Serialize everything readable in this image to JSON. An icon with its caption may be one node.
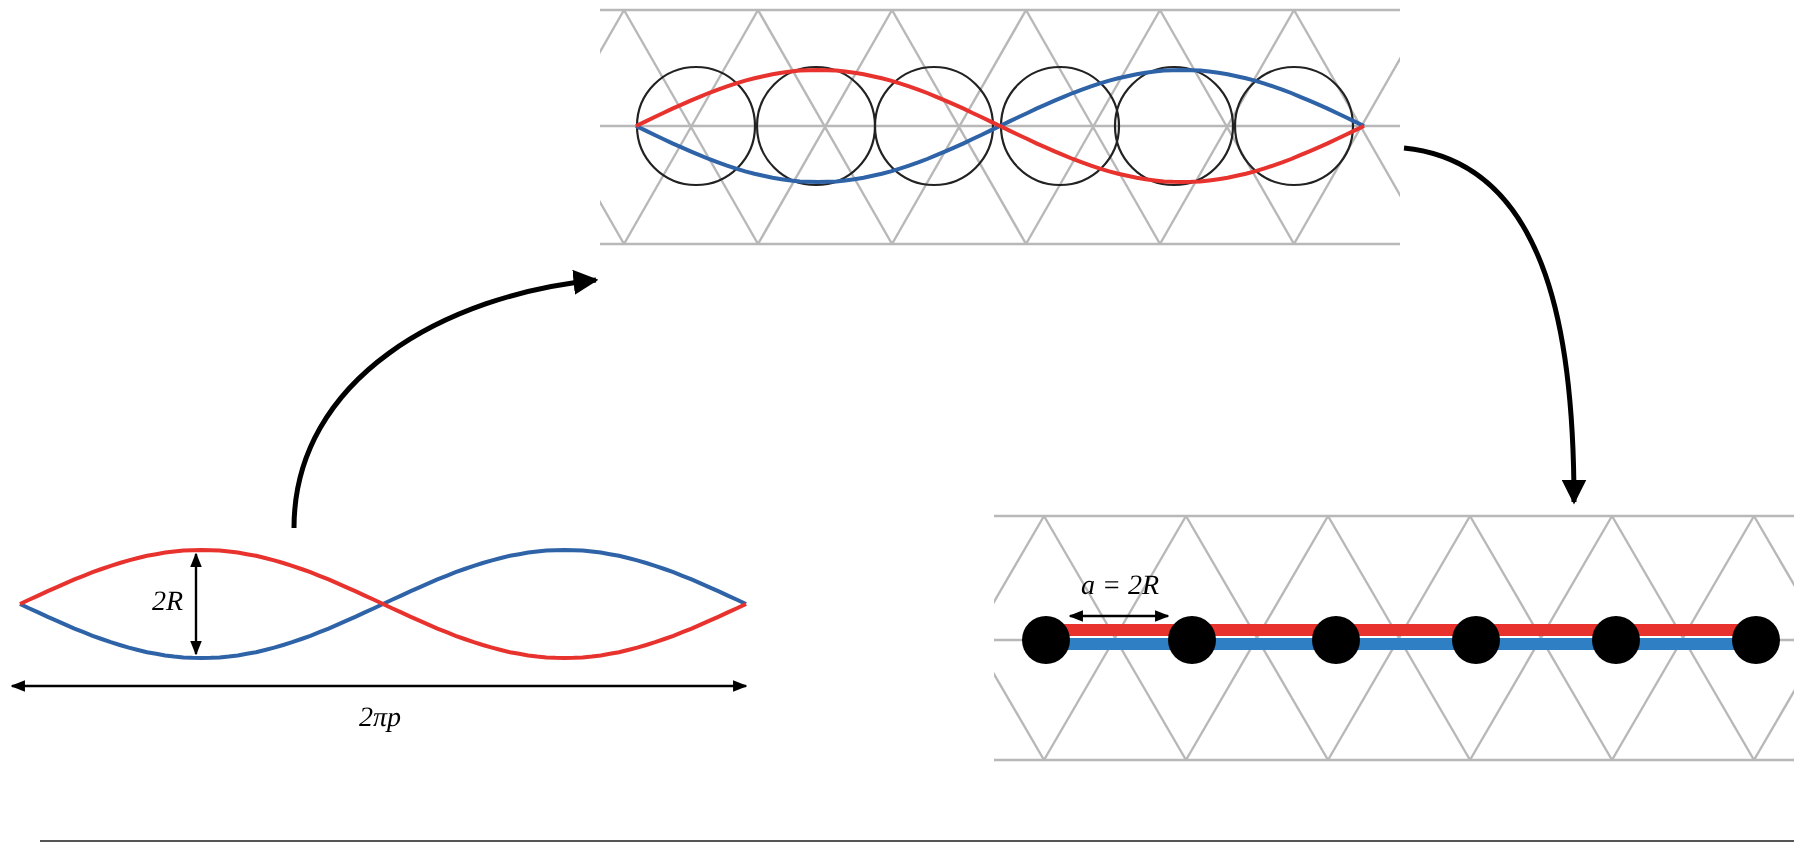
{
  "diagram": {
    "nodes": [
      {
        "text": [],
        "shape": "picture"
      },
      {
        "text": [],
        "shape": "picture"
      },
      {
        "text": [],
        "shape": "picture"
      }
    ],
    "edges": [
      {
        "from": 0,
        "to": 1,
        "arrow": "to"
      },
      {
        "from": 1,
        "to": 2,
        "arrow": "to"
      }
    ],
    "labels": [
      "2R",
      "2πp",
      "a = 2R"
    ]
  }
}
